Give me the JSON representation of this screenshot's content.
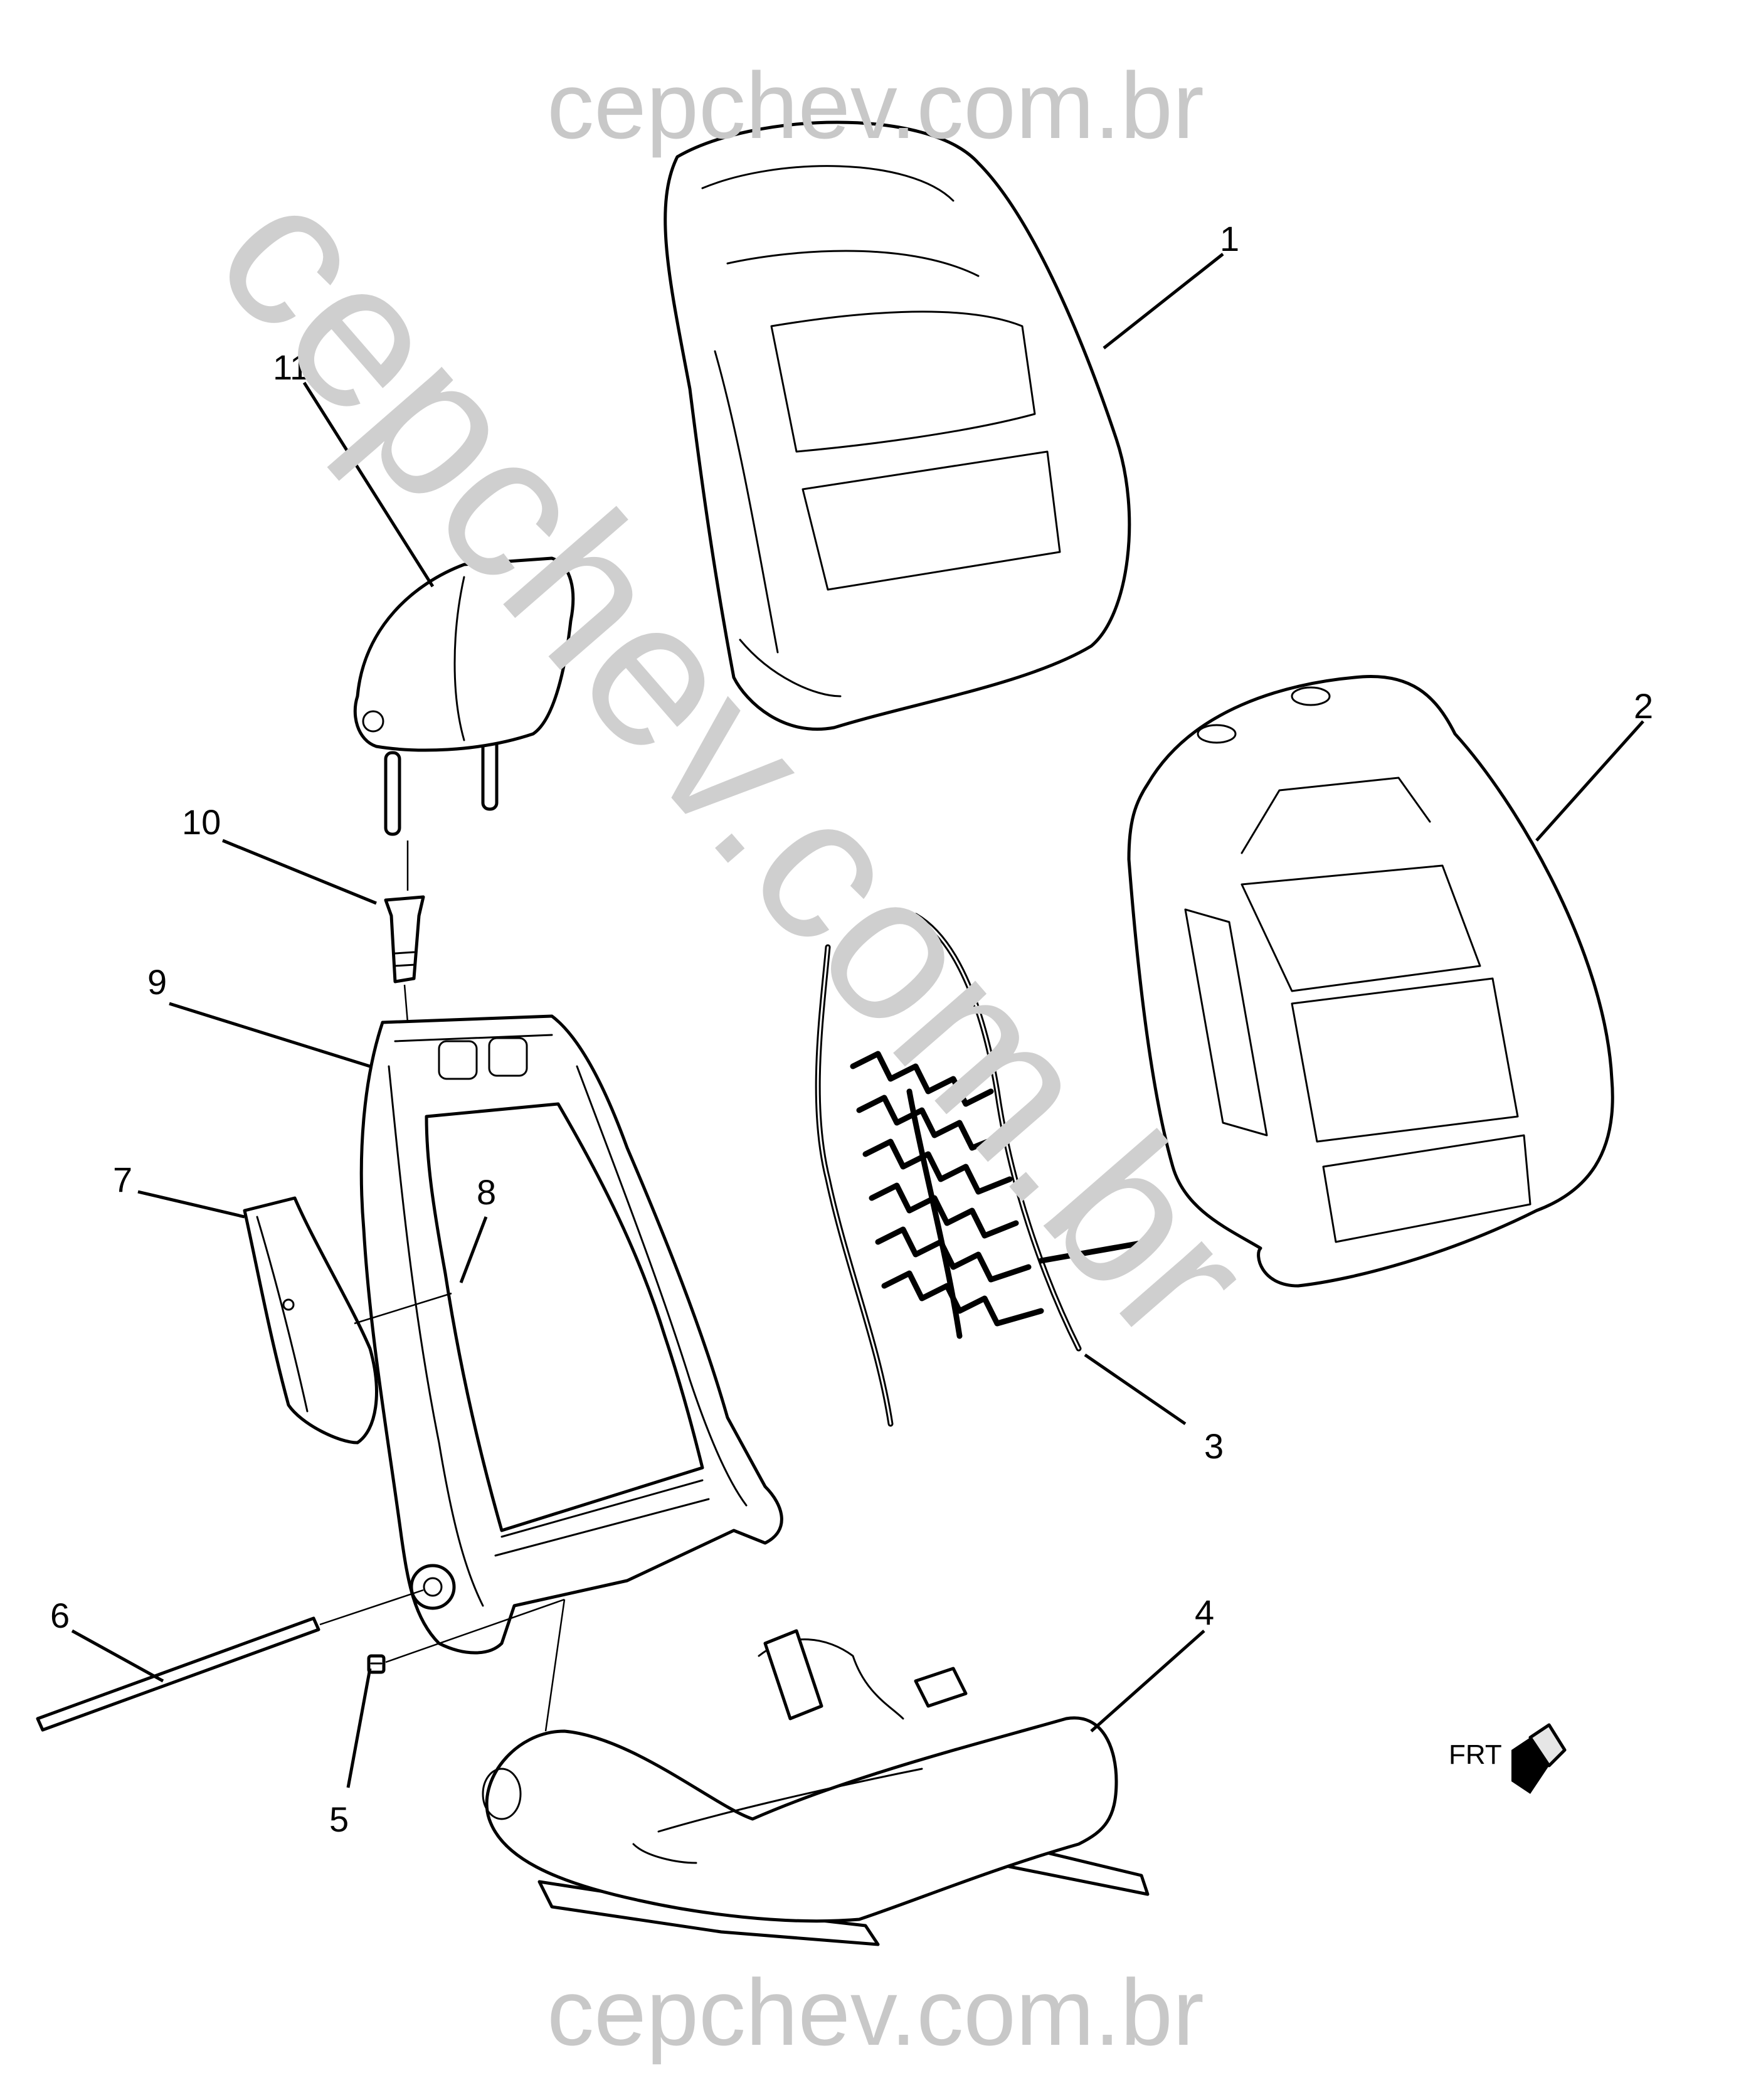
{
  "watermark": {
    "top": "cepchev.com.br",
    "bottom": "cepchev.com.br",
    "diagonal": "cepchev.com.br"
  },
  "callouts": [
    "1",
    "2",
    "3",
    "4",
    "5",
    "6",
    "7",
    "8",
    "9",
    "10",
    "11"
  ],
  "front_indicator": {
    "label": "FRT",
    "icon": "front-arrow-icon"
  },
  "colors": {
    "line": "#000000",
    "watermark": "#c8c8c8",
    "background": "#ffffff"
  }
}
